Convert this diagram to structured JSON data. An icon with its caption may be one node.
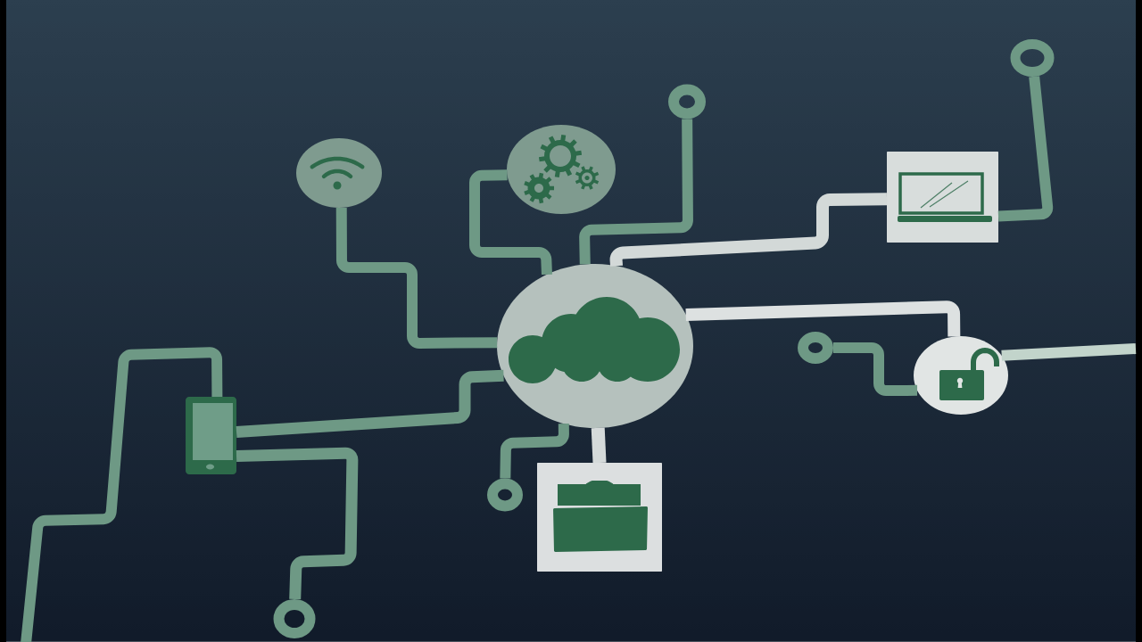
{
  "diagram": {
    "nodes": [
      {
        "text": [],
        "shape": "circle"
      },
      {
        "text": [],
        "shape": "circle"
      },
      {
        "text": [],
        "shape": "circle"
      },
      {
        "text": [],
        "shape": "circle"
      },
      {
        "text": [],
        "shape": "box"
      },
      {
        "text": [],
        "shape": "circle"
      },
      {
        "text": [],
        "shape": "circle"
      },
      {
        "text": [],
        "shape": "circle"
      },
      {
        "text": [],
        "shape": "picture"
      },
      {
        "text": [],
        "shape": "circle"
      },
      {
        "text": [],
        "shape": "box"
      },
      {
        "text": [],
        "shape": "circle"
      }
    ],
    "edges": [
      {
        "from": 0,
        "to": 1,
        "arrow": "none"
      },
      {
        "from": 0,
        "to": 2,
        "arrow": "none"
      },
      {
        "from": 0,
        "to": 3,
        "arrow": "none"
      },
      {
        "from": 0,
        "to": 4,
        "arrow": "none",
        "color": "#d3d9d8"
      },
      {
        "from": 4,
        "to": 5,
        "arrow": "none"
      },
      {
        "from": 0,
        "to": 6,
        "arrow": "none",
        "color": "#dde1e1"
      },
      {
        "from": 6,
        "to": 7,
        "arrow": "none"
      },
      {
        "from": 6,
        "to": null,
        "arrow": "none",
        "color": "#c2d4cb"
      },
      {
        "from": 0,
        "to": 8,
        "arrow": "none"
      },
      {
        "from": 8,
        "to": 9,
        "arrow": "none"
      },
      {
        "from": 8,
        "to": null,
        "arrow": "none"
      },
      {
        "from": 0,
        "to": 10,
        "arrow": "none",
        "color": "#d5dada"
      },
      {
        "from": 0,
        "to": 11,
        "arrow": "none"
      }
    ]
  }
}
